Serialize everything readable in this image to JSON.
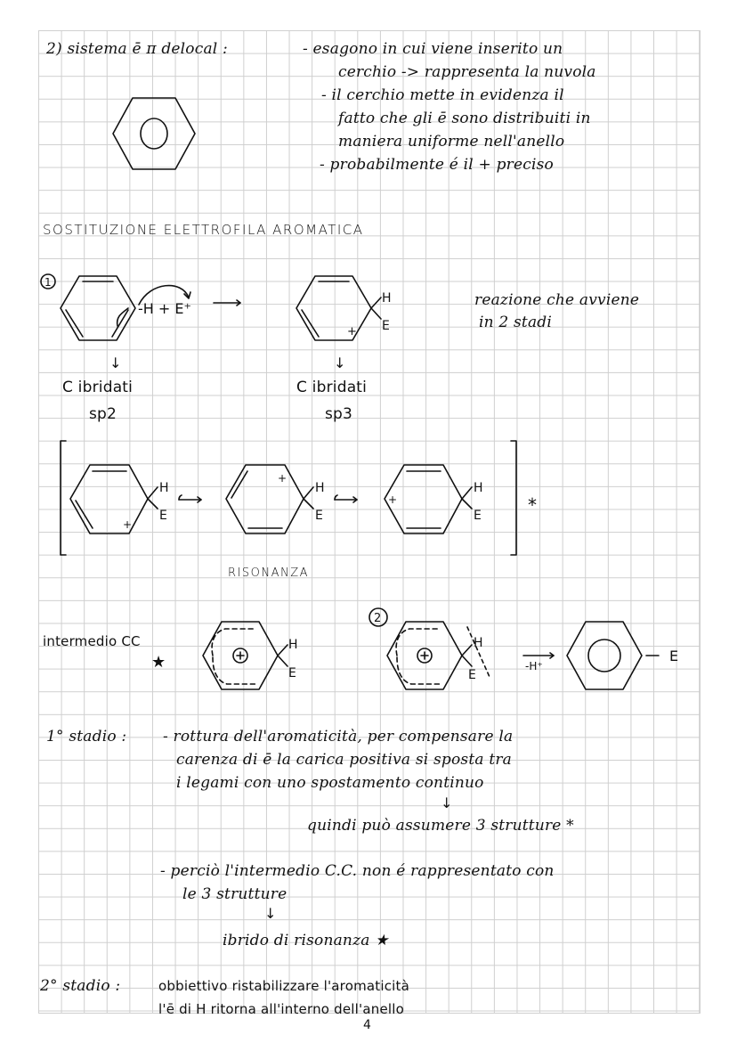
{
  "page": {
    "number": "4",
    "paper": "graph-paper",
    "grid_color": "#cfcfcf",
    "ink_color": "#111111"
  },
  "section_2_delocal": {
    "heading": "2) sistema ē π delocal :",
    "notes": [
      "- esagono in cui viene inserito un",
      "cerchio -> rappresenta la nuvola",
      "- il cerchio mette in evidenza il",
      "fatto che gli ē sono distribuiti in",
      "maniera uniforme nell'anello",
      "- probabilmente é il + preciso"
    ]
  },
  "title": "SOSTITUZIONE ELETTROFILA AROMATICA",
  "step1": {
    "number": "1",
    "reagents": "-H + E⁺",
    "product_H": "H",
    "product_E": "E",
    "plus": "+",
    "note_lines": [
      "reazione che avviene",
      "in 2 stadi"
    ],
    "left_label": [
      "C ibridati",
      "sp2"
    ],
    "right_label": [
      "C ibridati",
      "sp3"
    ],
    "arrow_down": "↓"
  },
  "resonance": {
    "structures": [
      {
        "H": "H",
        "E": "E",
        "charge": "+"
      },
      {
        "H": "H",
        "E": "E",
        "charge": "+"
      },
      {
        "H": "H",
        "E": "E",
        "charge": "+"
      }
    ],
    "arrow": "⟷",
    "asterisk": "*",
    "label": "RISONANZA"
  },
  "intermediate": {
    "label": "intermedio CC",
    "star": "★",
    "H": "H",
    "E": "E",
    "charge": "⊕"
  },
  "step2": {
    "number": "2",
    "H": "H",
    "E": "E",
    "charge": "⊕",
    "arrow_label": "-H⁺",
    "product_sub": "- E"
  },
  "stage1": {
    "label": "1° stadio :",
    "lines": [
      "- rottura dell'aromaticità, per compensare la",
      "carenza di ē la carica positiva si sposta tra",
      "i legami con uno spostamento continuo"
    ],
    "arrow": "↓",
    "conclusion": "quindi può assumere 3 strutture *",
    "lines2": [
      "- perciò l'intermedio C.C. non é rappresentato con",
      "le 3 strutture"
    ],
    "arrow2": "↓",
    "conclusion2": "ibrido di risonanza ★"
  },
  "stage2": {
    "label": "2° stadio :",
    "lines": [
      "obbiettivo ristabilizzare l'aromaticità",
      "l'ē di H ritorna all'interno dell'anello"
    ]
  }
}
